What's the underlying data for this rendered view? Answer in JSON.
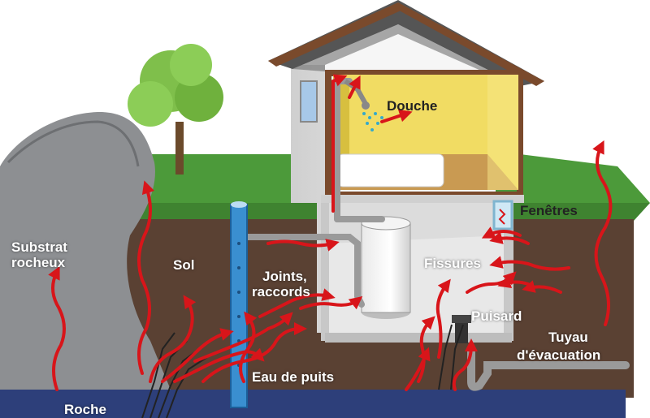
{
  "labels": {
    "douche": "Douche",
    "fenetres": "Fenêtres",
    "fissures": "Fissures",
    "substrat_line1": "Substrat",
    "substrat_line2": "rocheux",
    "sol": "Sol",
    "joints_line1": "Joints,",
    "joints_line2": "raccords",
    "puisard": "Puisard",
    "tuyau_line1": "Tuyau",
    "tuyau_line2": "d'évacuation",
    "eau_de_puits": "Eau de puits",
    "roche": "Roche"
  },
  "colors": {
    "soil": "#5a4133",
    "rock": "#8d8f92",
    "bedrock": "#2d3f7a",
    "grass": "#4c9a3a",
    "arrow": "#d8151a",
    "room": "#f1dc63",
    "roof": "#555555",
    "wall": "#e6e6e6",
    "well": "#3a8fd0"
  }
}
